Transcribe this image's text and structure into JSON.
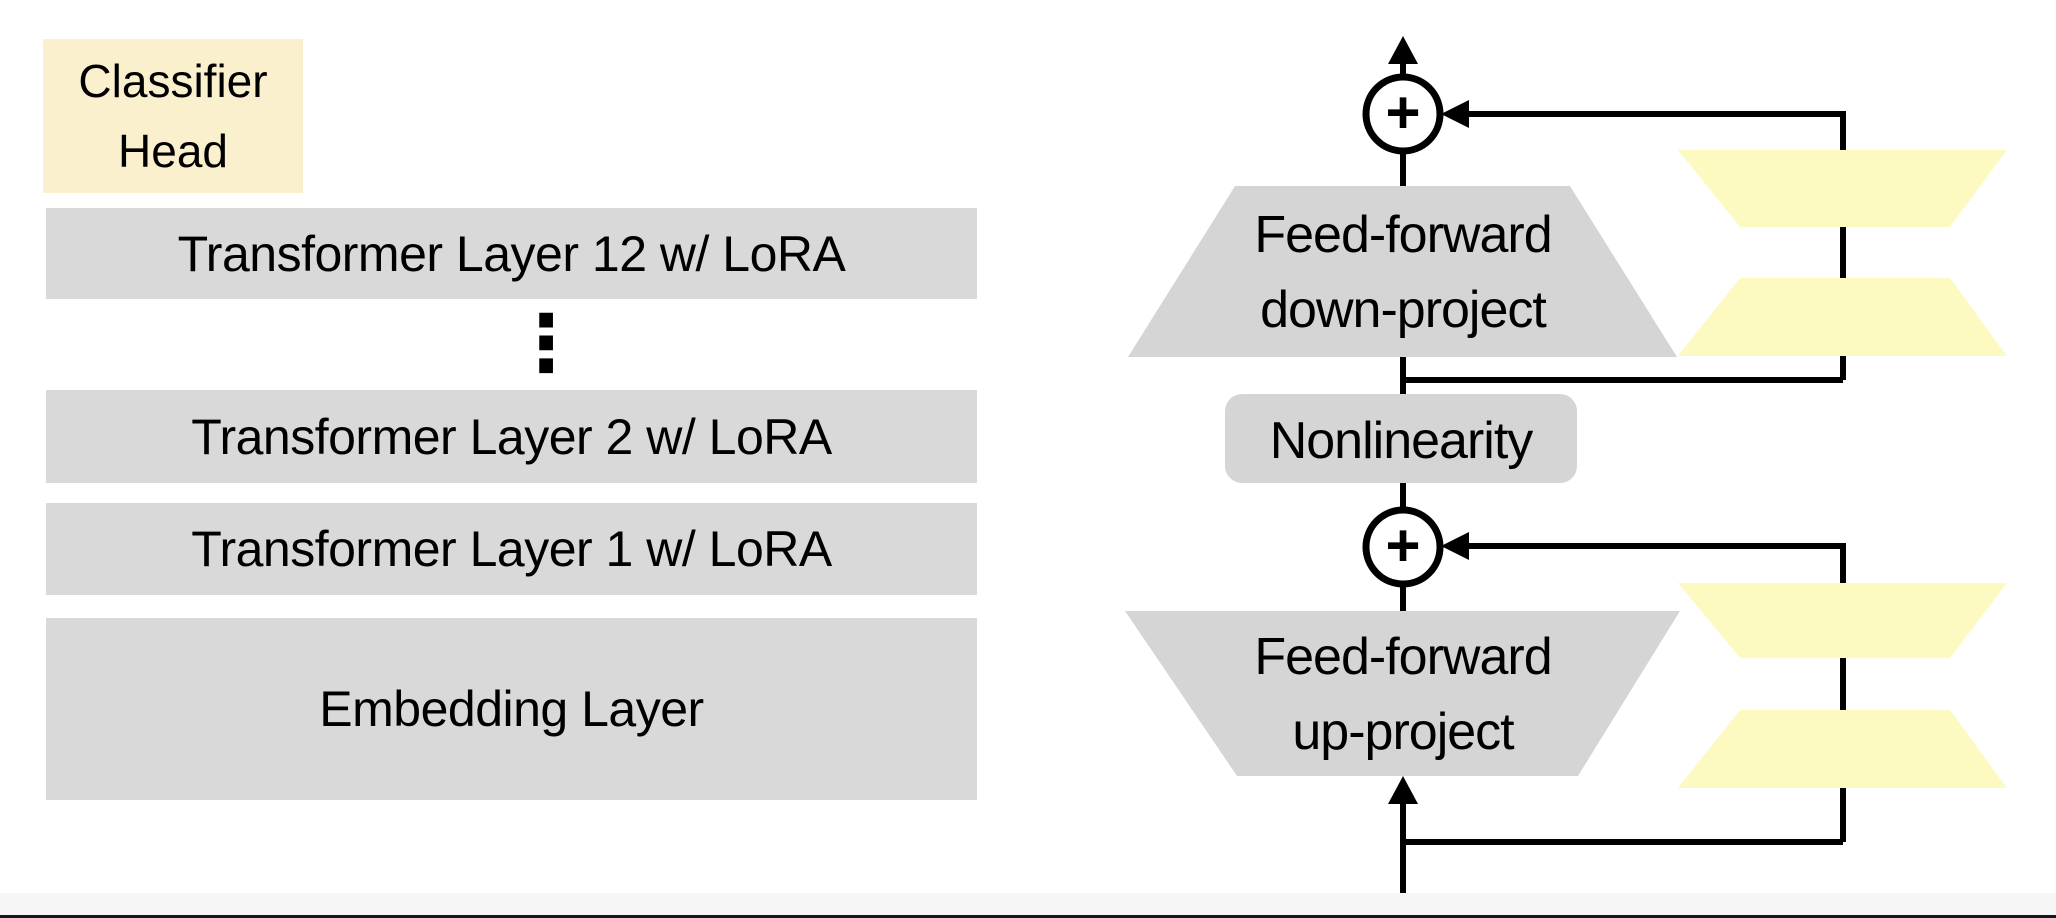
{
  "colors": {
    "background": "#ffffff",
    "layer_gray": "#d9d9d9",
    "shape_gray": "#d5d5d5",
    "classifier_cream": "#fbf0cd",
    "lora_yellow": "#fcfac1",
    "line_black": "#000000",
    "node_fill_white": "#ffffff",
    "footer_strip": "#f6f6f6",
    "footer_bar": "#181818"
  },
  "left_stack": {
    "classifier_head": {
      "line1": "Classifier",
      "line2": "Head"
    },
    "ellipsis": "⋮",
    "layers": [
      {
        "label": "Transformer Layer 12 w/ LoRA"
      },
      {
        "label": "Transformer Layer 2 w/ LoRA"
      },
      {
        "label": "Transformer Layer 1 w/ LoRA"
      },
      {
        "label": "Embedding Layer"
      }
    ]
  },
  "right_diagram": {
    "add_symbol": "+",
    "feed_forward_down": {
      "line1": "Feed-forward",
      "line2": "down-project"
    },
    "nonlinearity": {
      "label": "Nonlinearity"
    },
    "feed_forward_up": {
      "line1": "Feed-forward",
      "line2": "up-project"
    }
  }
}
